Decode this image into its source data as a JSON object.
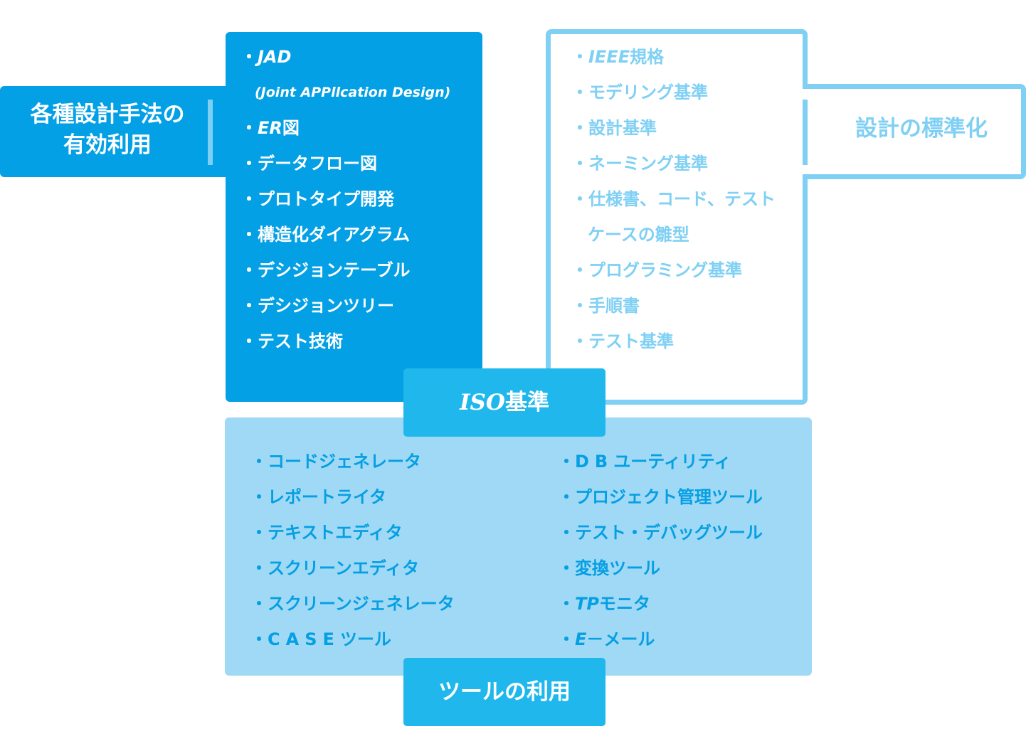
{
  "colors": {
    "primary_blue": "#04a0e6",
    "light_outline": "#7fd0f4",
    "bottom_panel": "#a0d9f5",
    "bottom_text": "#059fe3",
    "label_box": "#20b8ec"
  },
  "design_methods": {
    "title_line1": "各種設計手法の",
    "title_line2": "有効利用",
    "items": [
      {
        "bullet": "・",
        "text": "JAD",
        "italic": true
      },
      {
        "bullet": "",
        "text": "(Joint APPllcation Design)",
        "italic": true
      },
      {
        "bullet": "・",
        "text_italic": "ER",
        "text": "図"
      },
      {
        "bullet": "・",
        "text": "データフロー図"
      },
      {
        "bullet": "・",
        "text": "プロトタイプ開発"
      },
      {
        "bullet": "・",
        "text": "構造化ダイアグラム"
      },
      {
        "bullet": "・",
        "text": "デシジョンテーブル"
      },
      {
        "bullet": "・",
        "text": "デシジョンツリー"
      },
      {
        "bullet": "・",
        "text": "テスト技術"
      }
    ]
  },
  "design_standardization": {
    "title": "設計の標準化",
    "items": [
      {
        "bullet": "・",
        "text_italic": "IEEE",
        "text": "規格"
      },
      {
        "bullet": "・",
        "text": "モデリング基準"
      },
      {
        "bullet": "・",
        "text": "設計基準"
      },
      {
        "bullet": "・",
        "text": "ネーミング基準"
      },
      {
        "bullet": "・",
        "text": "仕様書、コード、テスト"
      },
      {
        "bullet": "",
        "text": "ケースの雛型"
      },
      {
        "bullet": "・",
        "text": "プログラミング基準"
      },
      {
        "bullet": "・",
        "text": "手順書"
      },
      {
        "bullet": "・",
        "text": "テスト基準"
      }
    ]
  },
  "iso": {
    "label_italic": "ISO",
    "label": "基準"
  },
  "tools": {
    "title": "ツールの利用",
    "column1": [
      {
        "bullet": "・",
        "text": "コードジェネレータ"
      },
      {
        "bullet": "・",
        "text": "レポートライタ"
      },
      {
        "bullet": "・",
        "text": "テキストエディタ"
      },
      {
        "bullet": "・",
        "text": "スクリーンエディタ"
      },
      {
        "bullet": "・",
        "text": "スクリーンジェネレータ"
      },
      {
        "bullet": "・",
        "text_spaced": "CASE",
        "text": "ツール"
      }
    ],
    "column2": [
      {
        "bullet": "・",
        "text_spaced": "DB",
        "text": "ユーティリティ"
      },
      {
        "bullet": "・",
        "text": "プロジェクト管理ツール"
      },
      {
        "bullet": "・",
        "text": "テスト・デバッグツール"
      },
      {
        "bullet": "・",
        "text": "変換ツール"
      },
      {
        "bullet": "・",
        "text_italic": "TP",
        "text": "モニタ"
      },
      {
        "bullet": "・",
        "text_italic": "E",
        "text": "－メール"
      }
    ]
  }
}
